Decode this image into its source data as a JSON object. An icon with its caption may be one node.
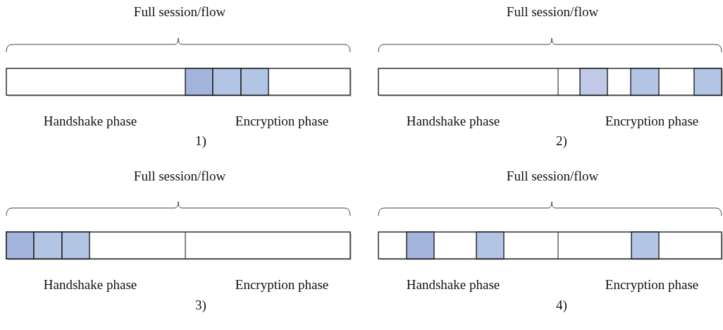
{
  "diagram": {
    "labels": [
      "Full session/flow",
      "Full session/flow",
      "Handshake phase",
      "Encryption phase",
      "Handshake phase",
      "Encryption phase",
      "1)",
      "2)",
      "Full session/flow",
      "Full session/flow",
      "Handshake phase",
      "Encryption phase",
      "Handshake phase",
      "Encryption phase",
      "3)",
      "4)"
    ]
  }
}
